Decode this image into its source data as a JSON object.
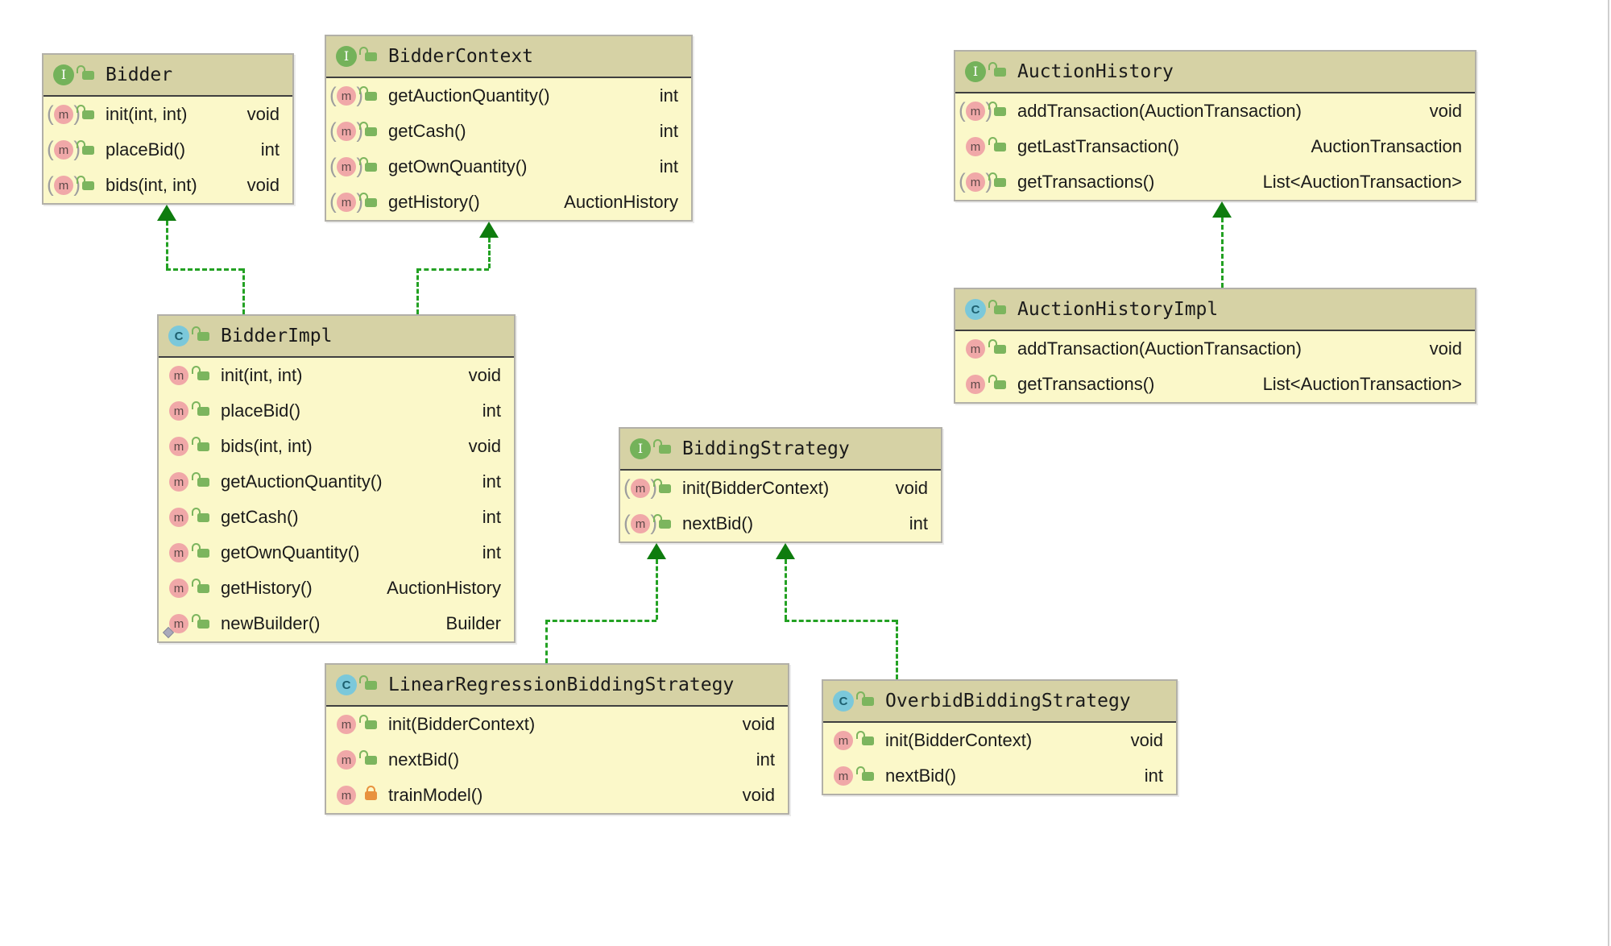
{
  "diagram": {
    "colors": {
      "header_bg": "#d6d2a5",
      "body_bg": "#fbf8c9",
      "box_border": "#b2b0a8",
      "divider": "#3f3f3f",
      "edge": "#23a123",
      "edge_head": "#0e7c0e",
      "interface_icon": "#74b25a",
      "class_icon": "#7bc8da",
      "method_icon": "#f0a8a8",
      "public_lock": "#7cb55e",
      "private_lock": "#e8923e"
    },
    "icons": {
      "interface_letter": "I",
      "class_letter": "C",
      "method_letter": "m"
    },
    "classes": [
      {
        "id": "bidder",
        "name": "Bidder",
        "kind": "interface",
        "methods": [
          {
            "label": "init(int, int)",
            "type": "void",
            "abstract": true,
            "access": "public"
          },
          {
            "label": "placeBid()",
            "type": "int",
            "abstract": true,
            "access": "public"
          },
          {
            "label": "bids(int, int)",
            "type": "void",
            "abstract": true,
            "access": "public"
          }
        ]
      },
      {
        "id": "biddercontext",
        "name": "BidderContext",
        "kind": "interface",
        "methods": [
          {
            "label": "getAuctionQuantity()",
            "type": "int",
            "abstract": true,
            "access": "public"
          },
          {
            "label": "getCash()",
            "type": "int",
            "abstract": true,
            "access": "public"
          },
          {
            "label": "getOwnQuantity()",
            "type": "int",
            "abstract": true,
            "access": "public"
          },
          {
            "label": "getHistory()",
            "type": "AuctionHistory",
            "abstract": true,
            "access": "public"
          }
        ]
      },
      {
        "id": "auctionhistory",
        "name": "AuctionHistory",
        "kind": "interface",
        "methods": [
          {
            "label": "addTransaction(AuctionTransaction)",
            "type": "void",
            "abstract": true,
            "access": "public"
          },
          {
            "label": "getLastTransaction()",
            "type": "AuctionTransaction",
            "abstract": false,
            "access": "public"
          },
          {
            "label": "getTransactions()",
            "type": "List<AuctionTransaction>",
            "abstract": true,
            "access": "public"
          }
        ]
      },
      {
        "id": "auctionhistoryimpl",
        "name": "AuctionHistoryImpl",
        "kind": "class",
        "methods": [
          {
            "label": "addTransaction(AuctionTransaction)",
            "type": "void",
            "abstract": false,
            "access": "public"
          },
          {
            "label": "getTransactions()",
            "type": "List<AuctionTransaction>",
            "abstract": false,
            "access": "public"
          }
        ]
      },
      {
        "id": "bidderimpl",
        "name": "BidderImpl",
        "kind": "class",
        "methods": [
          {
            "label": "init(int, int)",
            "type": "void",
            "abstract": false,
            "access": "public"
          },
          {
            "label": "placeBid()",
            "type": "int",
            "abstract": false,
            "access": "public"
          },
          {
            "label": "bids(int, int)",
            "type": "void",
            "abstract": false,
            "access": "public"
          },
          {
            "label": "getAuctionQuantity()",
            "type": "int",
            "abstract": false,
            "access": "public"
          },
          {
            "label": "getCash()",
            "type": "int",
            "abstract": false,
            "access": "public"
          },
          {
            "label": "getOwnQuantity()",
            "type": "int",
            "abstract": false,
            "access": "public"
          },
          {
            "label": "getHistory()",
            "type": "AuctionHistory",
            "abstract": false,
            "access": "public"
          },
          {
            "label": "newBuilder()",
            "type": "Builder",
            "abstract": false,
            "access": "public",
            "static": true
          }
        ]
      },
      {
        "id": "biddingstrategy",
        "name": "BiddingStrategy",
        "kind": "interface",
        "methods": [
          {
            "label": "init(BidderContext)",
            "type": "void",
            "abstract": true,
            "access": "public"
          },
          {
            "label": "nextBid()",
            "type": "int",
            "abstract": true,
            "access": "public"
          }
        ]
      },
      {
        "id": "linearregression",
        "name": "LinearRegressionBiddingStrategy",
        "kind": "class",
        "methods": [
          {
            "label": "init(BidderContext)",
            "type": "void",
            "abstract": false,
            "access": "public"
          },
          {
            "label": "nextBid()",
            "type": "int",
            "abstract": false,
            "access": "public"
          },
          {
            "label": "trainModel()",
            "type": "void",
            "abstract": false,
            "access": "private"
          }
        ]
      },
      {
        "id": "overbid",
        "name": "OverbidBiddingStrategy",
        "kind": "class",
        "methods": [
          {
            "label": "init(BidderContext)",
            "type": "void",
            "abstract": false,
            "access": "public"
          },
          {
            "label": "nextBid()",
            "type": "int",
            "abstract": false,
            "access": "public"
          }
        ]
      }
    ],
    "relations": [
      {
        "from": "BidderImpl",
        "to": "Bidder",
        "type": "implements"
      },
      {
        "from": "BidderImpl",
        "to": "BidderContext",
        "type": "implements"
      },
      {
        "from": "AuctionHistoryImpl",
        "to": "AuctionHistory",
        "type": "implements"
      },
      {
        "from": "LinearRegressionBiddingStrategy",
        "to": "BiddingStrategy",
        "type": "implements"
      },
      {
        "from": "OverbidBiddingStrategy",
        "to": "BiddingStrategy",
        "type": "implements"
      }
    ]
  }
}
